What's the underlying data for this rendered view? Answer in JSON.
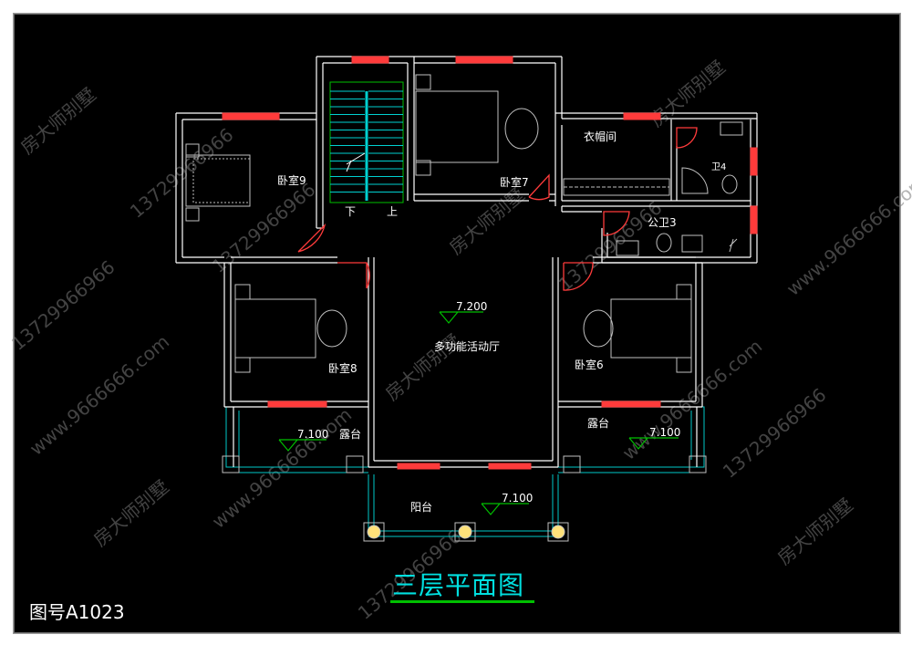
{
  "drawing": {
    "title": "三层平面图",
    "drawing_number": "图号A1023"
  },
  "rooms": {
    "bedroom9": "卧室9",
    "bedroom7": "卧室7",
    "bedroom8": "卧室8",
    "bedroom6": "卧室6",
    "closet": "衣帽间",
    "bath4": "卫4",
    "public_bath3": "公卫3",
    "hall": "多功能活动厅",
    "terrace_left": "露台",
    "terrace_right": "露台",
    "balcony": "阳台"
  },
  "stairs": {
    "down": "下",
    "up": "上"
  },
  "elevations": {
    "hall": "7.200",
    "terrace_left": "7.100",
    "terrace_right": "7.100",
    "balcony": "7.100"
  },
  "watermarks": {
    "phone": "13729966966",
    "site": "www.9666666.com",
    "brand": "房大师别墅"
  },
  "colors": {
    "background": "#000000",
    "wall": "#ffffff",
    "window": "#ff3b3b",
    "door": "#ff3b3b",
    "furniture": "#c0c0c0",
    "stair": "#00d0d0",
    "railing": "#00c8c8",
    "elevation_marker": "#00c000",
    "title": "#00e0e0"
  }
}
